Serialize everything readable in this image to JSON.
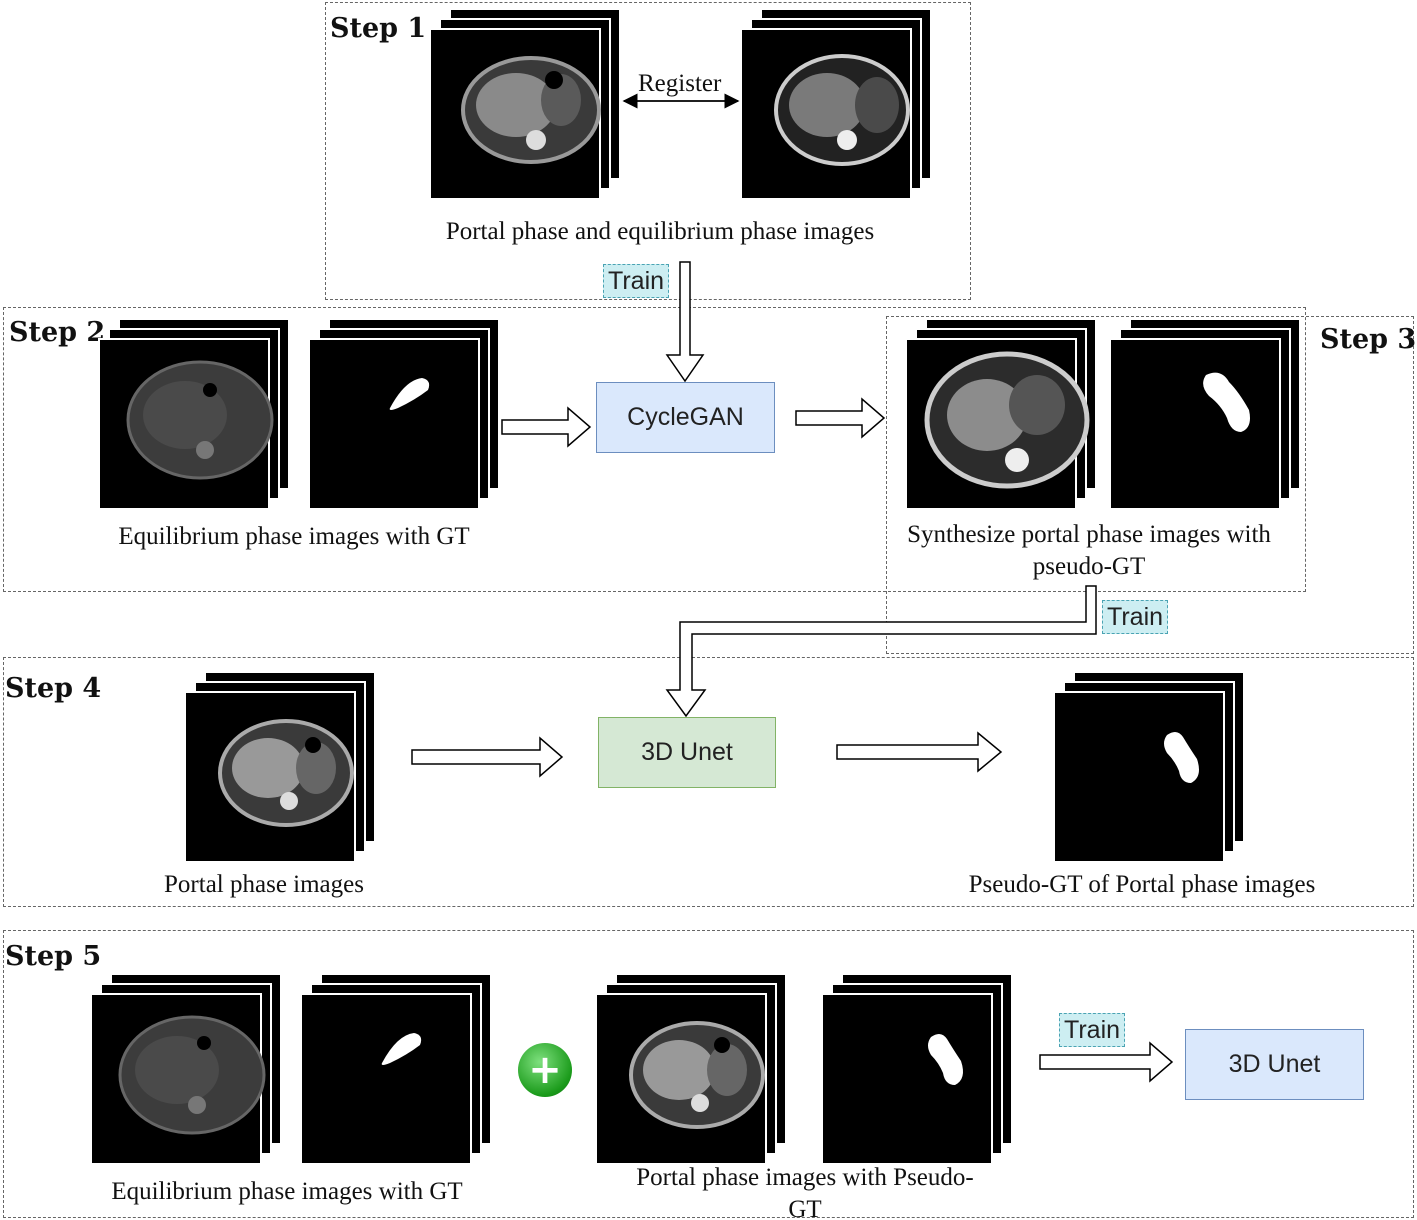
{
  "steps": {
    "step1": {
      "label": "Step 1",
      "caption": "Portal phase and equilibrium phase images",
      "register": "Register"
    },
    "step2": {
      "label": "Step 2",
      "caption": "Equilibrium phase images with GT"
    },
    "step3": {
      "label": "Step 3",
      "caption": "Synthesize portal phase images with pseudo-GT"
    },
    "step4": {
      "label": "Step 4",
      "caption_left": "Portal phase images",
      "caption_right": "Pseudo-GT of Portal phase images"
    },
    "step5": {
      "label": "Step 5",
      "caption_left": "Equilibrium phase images with GT",
      "caption_right": "Portal phase images with Pseudo-GT"
    }
  },
  "processes": {
    "cyclegan": "CycleGAN",
    "unet_step4": "3D Unet",
    "unet_step5": "3D Unet"
  },
  "train_labels": {
    "step1": "Train",
    "step3": "Train",
    "step5": "Train"
  },
  "plus_symbol": "+",
  "colors": {
    "blue_fill": "#dae8fc",
    "blue_stroke": "#6c8ebf",
    "green_fill": "#d5e8d4",
    "green_stroke": "#82b366",
    "train_fill": "#cdeef2",
    "plus_green": "#1a9a1a"
  },
  "icons": {
    "image_stack": "ct-slice-stack-icon",
    "mask_stack": "segmentation-mask-stack-icon",
    "plus": "plus-circle-icon"
  }
}
